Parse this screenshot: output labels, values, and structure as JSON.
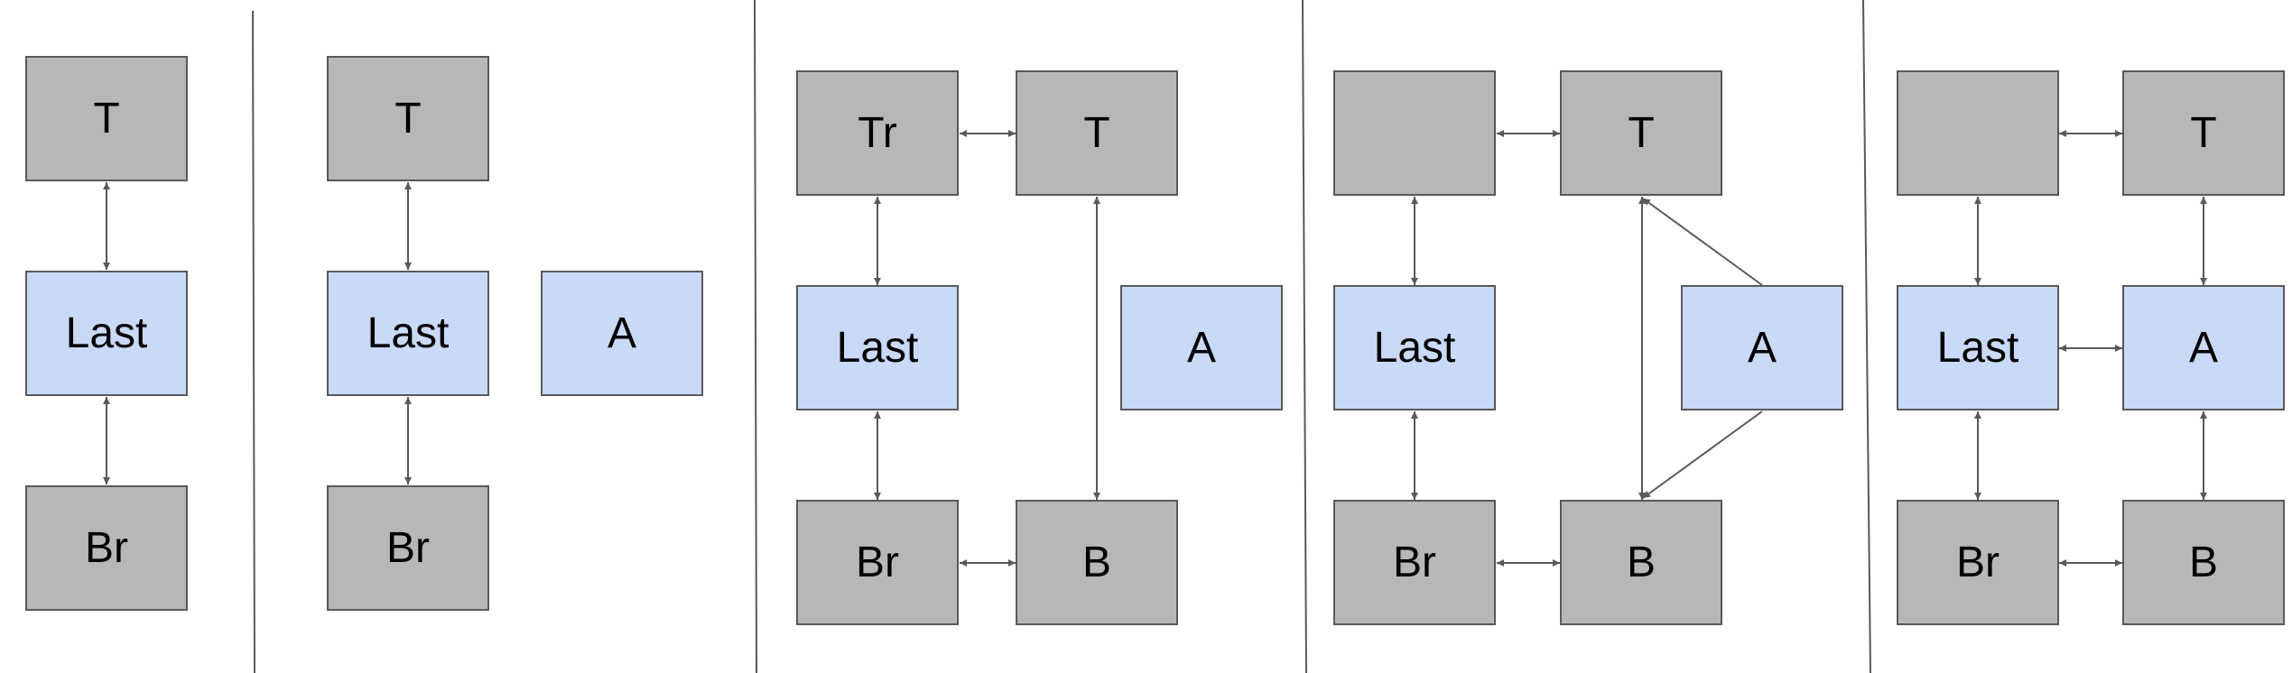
{
  "colors": {
    "gray_node": "#b7b7b7",
    "blue_node": "#c9daf8",
    "stroke": "#595959"
  },
  "panels": [
    {
      "nodes": {
        "T": "T",
        "Last": "Last",
        "Br": "Br"
      }
    },
    {
      "nodes": {
        "T": "T",
        "Last": "Last",
        "Br": "Br",
        "A": "A"
      }
    },
    {
      "nodes": {
        "Tr": "Tr",
        "T": "T",
        "Last": "Last",
        "A": "A",
        "Br": "Br",
        "B": "B"
      }
    },
    {
      "nodes": {
        "TL": "",
        "T": "T",
        "Last": "Last",
        "A": "A",
        "Br": "Br",
        "B": "B"
      }
    },
    {
      "nodes": {
        "TL": "",
        "T": "T",
        "Last": "Last",
        "A": "A",
        "Br": "Br",
        "B": "B"
      }
    }
  ]
}
